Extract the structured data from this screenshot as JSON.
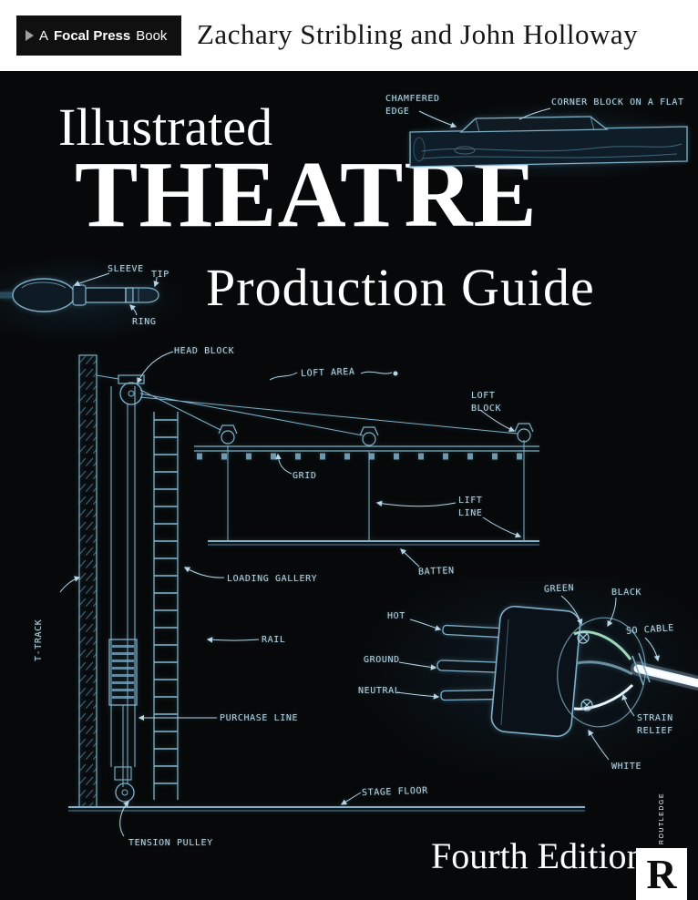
{
  "header": {
    "badge": {
      "prefix": "A",
      "brand": "Focal Press",
      "suffix": "Book"
    },
    "authors": "Zachary Stribling and John Holloway"
  },
  "title": {
    "line1": "Illustrated",
    "line2": "THEATRE",
    "line3": "Production Guide"
  },
  "edition": "Fourth Edition",
  "publisher": {
    "name": "ROUTLEDGE",
    "initial": "R"
  },
  "colors": {
    "background": "#060809",
    "header_bg": "#ffffff",
    "badge_bg": "#101010",
    "accent_blue": "#7fb0c8",
    "label_blue": "#b9d6e4",
    "title_white": "#ffffff"
  },
  "diagrams": {
    "corner_block": {
      "labels": {
        "chamfered_edge": "CHAMFERED\nEDGE",
        "corner_block_on_a_flat": "CORNER BLOCK ON A FLAT"
      }
    },
    "audio_plug": {
      "labels": {
        "sleeve": "SLEEVE",
        "tip": "TIP",
        "ring": "RING"
      }
    },
    "rigging": {
      "labels": {
        "head_block": "HEAD BLOCK",
        "loft_area": "LOFT AREA",
        "loft_block": "LOFT\nBLOCK",
        "grid": "GRID",
        "lift_line": "LIFT\nLINE",
        "batten": "BATTEN",
        "loading_gallery": "LOADING GALLERY",
        "rail": "RAIL",
        "t_track": "T-TRACK",
        "purchase_line": "PURCHASE LINE",
        "stage_floor": "STAGE FLOOR",
        "tension_pulley": "TENSION PULLEY"
      }
    },
    "stage_plug": {
      "labels": {
        "green": "GREEN",
        "black": "BLACK",
        "hot": "HOT",
        "so_cable": "SO CABLE",
        "ground": "GROUND",
        "neutral": "NEUTRAL",
        "strain_relief": "STRAIN\nRELIEF",
        "white": "WHITE"
      }
    }
  }
}
